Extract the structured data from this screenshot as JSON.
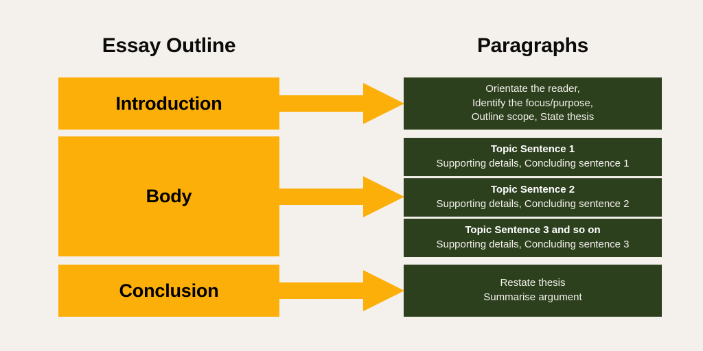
{
  "colors": {
    "background": "#F4F1EC",
    "accent_yellow": "#FCAF09",
    "accent_green": "#2D401E",
    "text_dark": "#0B0B0B",
    "text_light": "#F1EFE9"
  },
  "headings": {
    "left": "Essay Outline",
    "right": "Paragraphs"
  },
  "outline_blocks": [
    {
      "id": "introduction",
      "label": "Introduction"
    },
    {
      "id": "body",
      "label": "Body"
    },
    {
      "id": "conclusion",
      "label": "Conclusion"
    }
  ],
  "paragraph_blocks": [
    {
      "id": "intro",
      "lines": [
        {
          "text": "Orientate the reader,",
          "bold": false
        },
        {
          "text": "Identify the focus/purpose,",
          "bold": false
        },
        {
          "text": "Outline scope, State thesis",
          "bold": false
        }
      ]
    },
    {
      "id": "topic-1",
      "lines": [
        {
          "text": "Topic Sentence 1",
          "bold": true
        },
        {
          "text": "Supporting details, Concluding sentence 1",
          "bold": false
        }
      ]
    },
    {
      "id": "topic-2",
      "lines": [
        {
          "text": "Topic Sentence 2",
          "bold": true
        },
        {
          "text": "Supporting details, Concluding sentence 2",
          "bold": false
        }
      ]
    },
    {
      "id": "topic-3",
      "lines": [
        {
          "text": "Topic Sentence 3 and so on",
          "bold": true
        },
        {
          "text": "Supporting details, Concluding sentence 3",
          "bold": false
        }
      ]
    },
    {
      "id": "conclusion",
      "lines": [
        {
          "text": "Restate thesis",
          "bold": false
        },
        {
          "text": "Summarise argument",
          "bold": false
        }
      ]
    }
  ],
  "arrows": [
    {
      "id": "introduction",
      "icon": "right-arrow-icon"
    },
    {
      "id": "body",
      "icon": "right-arrow-icon"
    },
    {
      "id": "conclusion",
      "icon": "right-arrow-icon"
    }
  ]
}
